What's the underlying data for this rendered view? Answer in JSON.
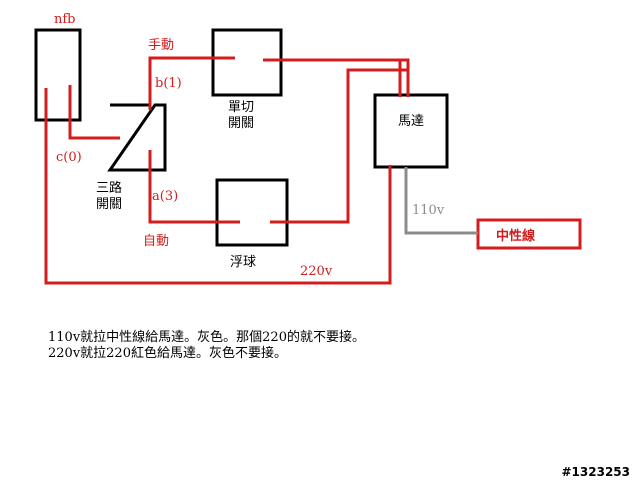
{
  "colors": {
    "wire_red": "#d41c1c",
    "wire_gray": "#8c8c8c",
    "box": "#000000",
    "neutral_box": "#d41c1c"
  },
  "labels": {
    "nfb": "nfb",
    "manual": "手動",
    "b1": "b(1)",
    "c0": "c(0)",
    "a3": "a(3)",
    "auto": "自動",
    "v220": "220v",
    "v110": "110v",
    "three_way": [
      "三路",
      "開關"
    ],
    "single_pole": [
      "單切",
      "開關"
    ],
    "float_ball": "浮球",
    "motor": "馬達",
    "neutral": "中性線"
  },
  "notes": [
    "110v就拉中性線給馬達。灰色。那個220的就不要接。",
    "220v就拉220紅色給馬達。灰色不要接。"
  ],
  "watermark": "#1323253"
}
